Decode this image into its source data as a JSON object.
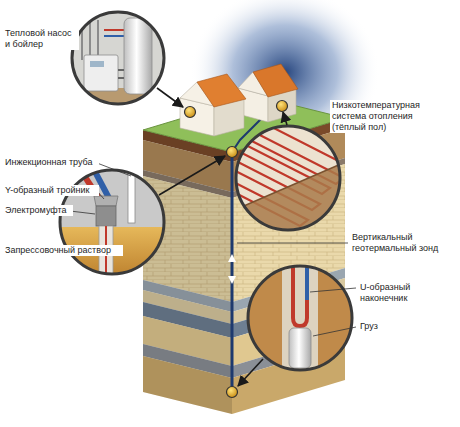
{
  "diagram": {
    "labels": [
      "Тепловой насос и бойлер",
      "Низкотемпературная система отопления (тёплый пол)",
      "Инжекционная труба",
      "Y-образный тройник",
      "Электромуфта",
      "Запрессовочный раствор",
      "Вертикальный геотермальный зонд",
      "U-образный наконечник",
      "Груз"
    ]
  }
}
